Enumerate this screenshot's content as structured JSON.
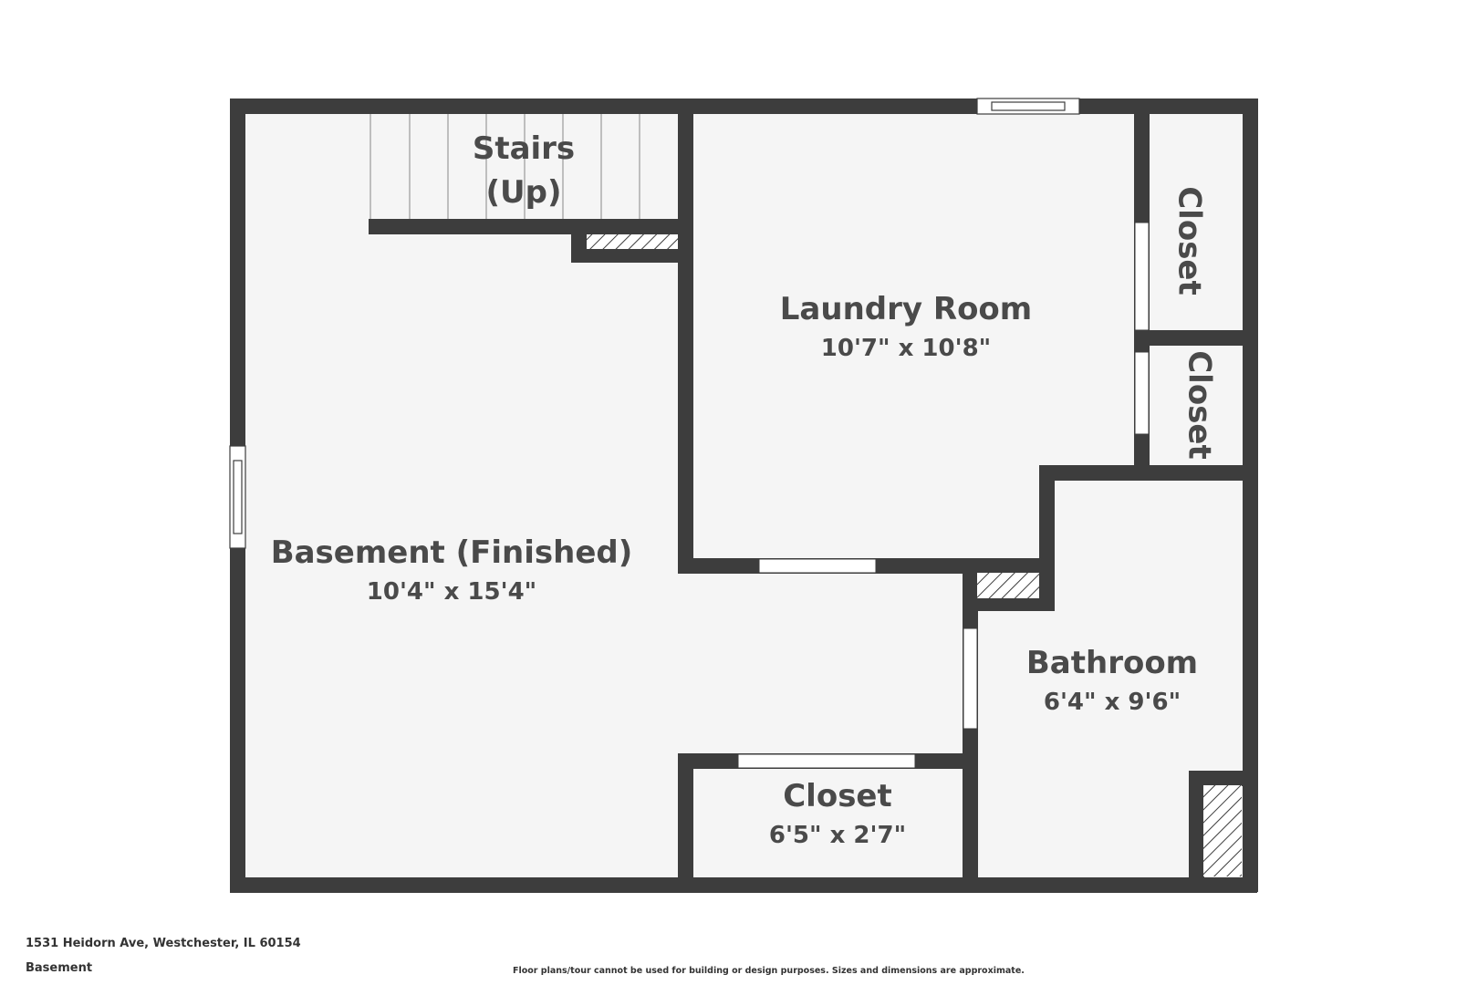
{
  "rooms": {
    "stairs": {
      "name_line1": "Stairs",
      "name_line2": "(Up)"
    },
    "laundry": {
      "name": "Laundry Room",
      "dims": "10'7\" x 10'8\""
    },
    "closet_upper": {
      "name": "Closet"
    },
    "closet_lower": {
      "name": "Closet"
    },
    "basement": {
      "name": "Basement (Finished)",
      "dims": "10'4\" x 15'4\""
    },
    "bathroom": {
      "name": "Bathroom",
      "dims": "6'4\" x 9'6\""
    },
    "closet_bottom": {
      "name": "Closet",
      "dims": "6'5\" x 2'7\""
    }
  },
  "footer": {
    "address": "1531 Heidorn Ave, Westchester, IL 60154",
    "level": "Basement",
    "disclaimer": "Floor plans/tour cannot be used for building or design purposes. Sizes and dimensions are approximate."
  },
  "colors": {
    "wall": "#3d3d3d",
    "floor": "#f5f5f5",
    "text": "#4a4a4a"
  }
}
